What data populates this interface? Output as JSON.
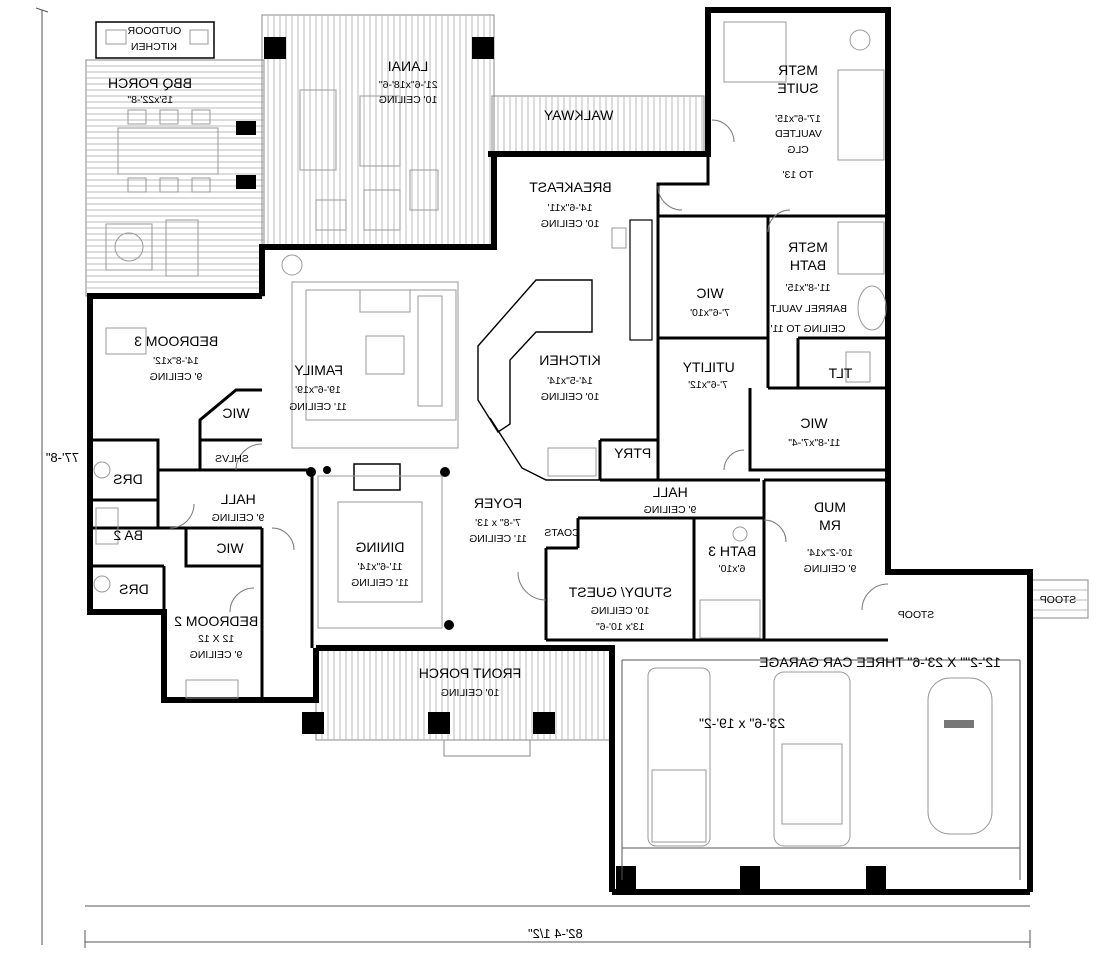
{
  "plan": {
    "overall_width": "82'-4 1/2\"",
    "overall_depth": "77'-8\"",
    "rooms": {
      "outdoor_kitchen": {
        "name_1": "OUTDOOR",
        "name_2": "KITCHEN"
      },
      "bbq_porch": {
        "name": "BBQ PORCH",
        "size": "15'x22'-8\""
      },
      "lanai": {
        "name": "LANAI",
        "size": "21'-6\"x18'-6\"",
        "ceiling": "10' CEILING"
      },
      "walkway": {
        "name": "WALKWAY"
      },
      "master_suite": {
        "name_1": "MSTR",
        "name_2": "SUITE",
        "size": "17'-6\"x15'",
        "ceiling_1": "VAULTED",
        "ceiling_2": "CLG",
        "ceiling_3": "TO 13'"
      },
      "breakfast": {
        "name": "BREAKFAST",
        "size": "14'-6\"x11'",
        "ceiling": "10' CEILING"
      },
      "master_bath": {
        "name_1": "MSTR",
        "name_2": "BATH",
        "size": "11'-8\"x15'",
        "ceiling_1": "BARREL VAULT",
        "ceiling_2": "CEILING TO 11'"
      },
      "wic_master": {
        "name": "WIC",
        "size": "7'-6\"x10'"
      },
      "utility": {
        "name": "UTILITY",
        "size": "7'-6\"x12'"
      },
      "toilet": {
        "name": "TLT"
      },
      "wic_bath": {
        "name": "WIC",
        "size": "11'-8\"x7'-4\""
      },
      "bedroom3": {
        "name": "BEDROOM 3",
        "size": "14'-8\"x12'",
        "ceiling": "9' CEILING"
      },
      "wic_bed3": {
        "name": "WIC"
      },
      "shelves": {
        "name": "SHLVS"
      },
      "family": {
        "name": "FAMILY",
        "size": "19'-6\"x19'",
        "ceiling": "11' CEILING"
      },
      "kitchen": {
        "name": "KITCHEN",
        "size": "14'-5\"x14'",
        "ceiling": "10' CEILING"
      },
      "pantry": {
        "name": "PTRY"
      },
      "drs_top": {
        "name": "DRS"
      },
      "hall_left": {
        "name": "HALL",
        "ceiling": "9' CEILING"
      },
      "ba2": {
        "name": "BA 2"
      },
      "wic_bed2": {
        "name": "WIC"
      },
      "drs_bottom": {
        "name": "DRS"
      },
      "dining": {
        "name": "DINING",
        "size": "11'-6\"x14'",
        "ceiling": "11' CEILING"
      },
      "foyer": {
        "name": "FOYER",
        "size": "7'-8\" x 13'",
        "ceiling": "11' CEILING"
      },
      "coats": {
        "name": "COATS"
      },
      "hall_right": {
        "name": "HALL",
        "ceiling": "9' CEILING"
      },
      "mud_room": {
        "name_1": "MUD",
        "name_2": "RM",
        "size": "10'-2\"x14'",
        "ceiling": "9' CEILING"
      },
      "bath3": {
        "name": "BATH 3",
        "size": "6'x10'"
      },
      "study": {
        "name": "STUDY/ GUEST",
        "ceiling": "10' CEILING",
        "size": "13'x 10'-6\""
      },
      "bedroom2": {
        "name": "BEDROOM 2",
        "size": "12 X 12",
        "ceiling": "9' CEILING"
      },
      "front_porch": {
        "name": "FRONT PORCH",
        "ceiling": "10' CEILING"
      },
      "stoop_left": {
        "name": "STOOP"
      },
      "stoop_right": {
        "name": "STOOP"
      },
      "garage": {
        "name": "12'-2\"\" X 23'-6\" THREE CAR GARAGE",
        "size": "23'-6\" x 19'-2\""
      }
    }
  }
}
